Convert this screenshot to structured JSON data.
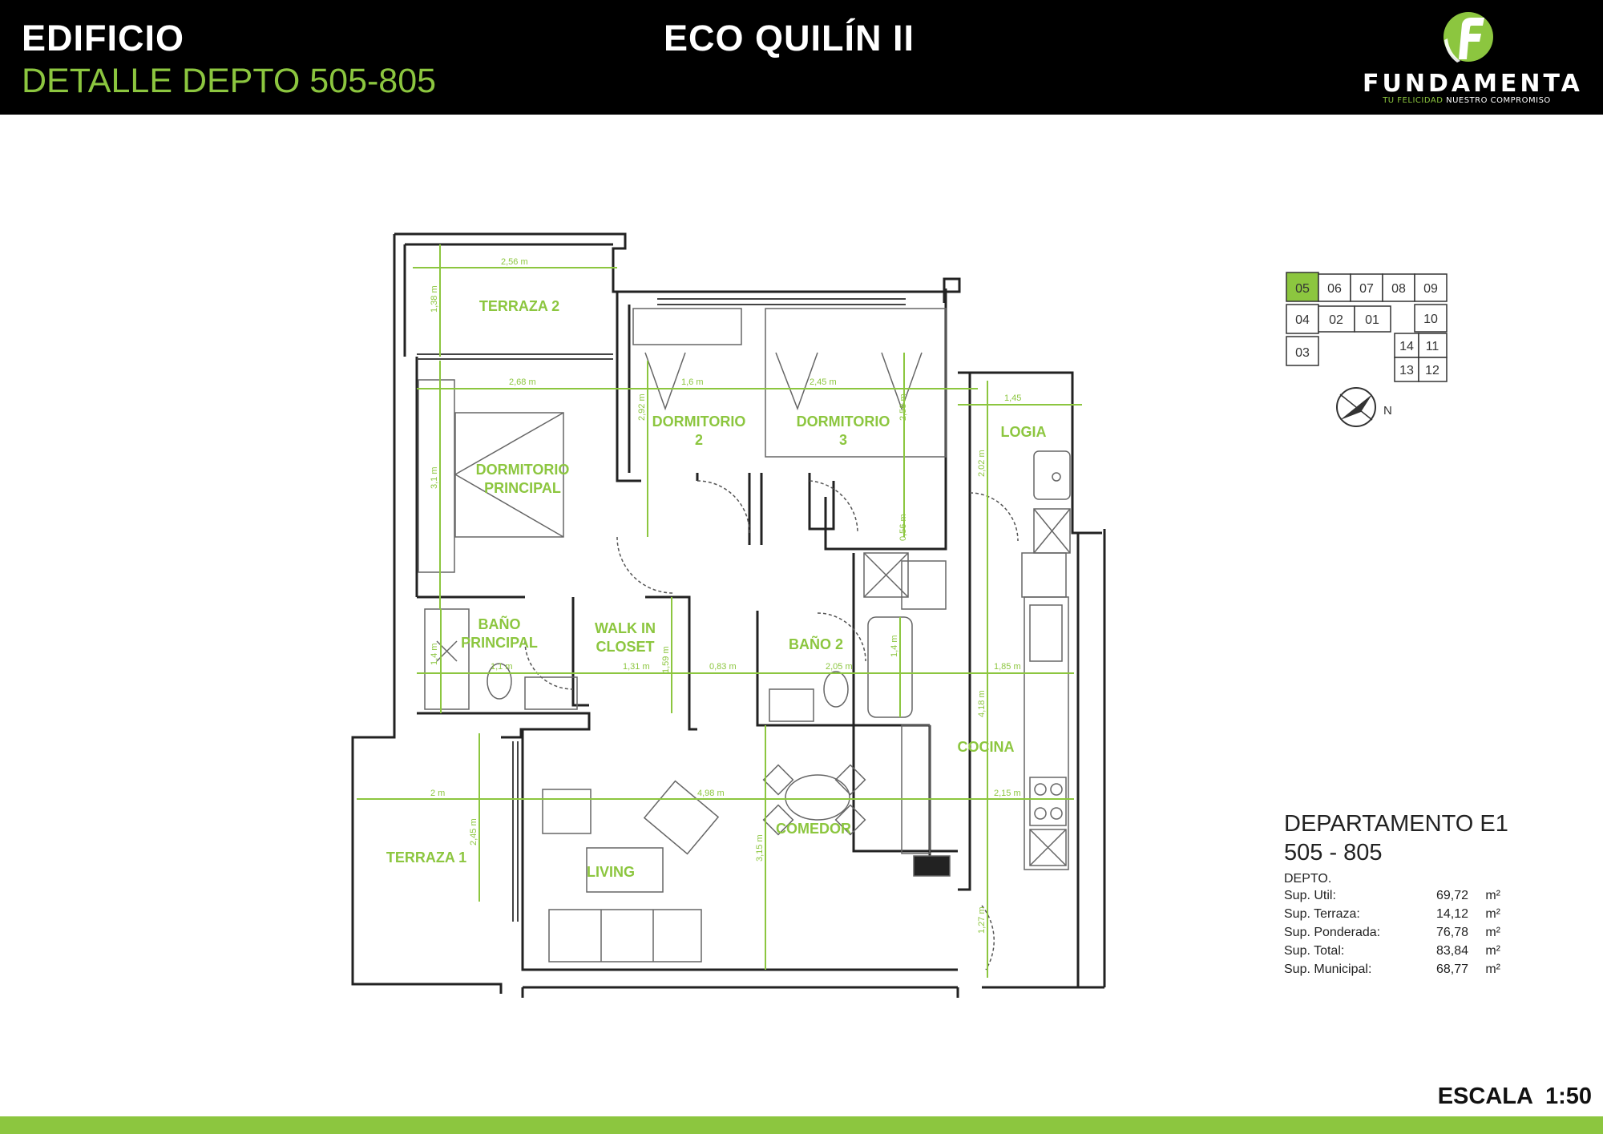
{
  "header": {
    "title": "EDIFICIO",
    "subtitle": "DETALLE DEPTO 505-805",
    "project": "ECO QUILÍN II",
    "logo_letter": "F",
    "logo_word": "FUNDAMENTA",
    "tagline_green": "TU FELICIDAD",
    "tagline_white": "NUESTRO COMPROMISO"
  },
  "colors": {
    "accent": "#8cc63f",
    "header_bg": "#000000",
    "wall": "#222222",
    "dimension": "#8cc63f"
  },
  "rooms": {
    "terraza2": "TERRAZA 2",
    "dorm_principal_1": "DORMITORIO",
    "dorm_principal_2": "PRINCIPAL",
    "dorm2_1": "DORMITORIO",
    "dorm2_2": "2",
    "dorm3_1": "DORMITORIO",
    "dorm3_2": "3",
    "logia": "LOGIA",
    "bano_principal_1": "BAÑO",
    "bano_principal_2": "PRINCIPAL",
    "walkin_1": "WALK IN",
    "walkin_2": "CLOSET",
    "bano2": "BAÑO 2",
    "cocina": "COCINA",
    "comedor": "COMEDOR",
    "living": "LIVING",
    "terraza1": "TERRAZA 1"
  },
  "dimensions": {
    "d256": "2,56 m",
    "d138": "1,38 m",
    "d268": "2,68 m",
    "d31": "3,1 m",
    "d16": "1,6 m",
    "d245h": "2,45 m",
    "d258": "2,58 m",
    "d056": "0,56 m",
    "d292": "2,92 m",
    "d145": "1,45",
    "d202": "2,02 m",
    "d14a": "1,4 m",
    "d11": "1,1 m",
    "d131": "1,31 m",
    "d159": "1,59 m",
    "d083": "0,83 m",
    "d205": "2,05 m",
    "d14b": "1,4 m",
    "d185": "1,85 m",
    "d418": "4,18 m",
    "d2": "2 m",
    "d498": "4,98 m",
    "d215": "2,15 m",
    "d245v": "2,45 m",
    "d315": "3,15 m",
    "d127": "1,27 m"
  },
  "keymap": {
    "units": [
      "05",
      "06",
      "07",
      "08",
      "09",
      "04",
      "02",
      "01",
      "10",
      "14",
      "11",
      "03",
      "13",
      "12"
    ],
    "north": "N",
    "highlighted": "05"
  },
  "department": {
    "title": "DEPARTAMENTO E1",
    "units": "505 - 805",
    "label": "DEPTO.",
    "rows": [
      {
        "k": "Sup. Util:",
        "v": "69,72",
        "u": "m²"
      },
      {
        "k": "Sup. Terraza:",
        "v": "14,12",
        "u": "m²"
      },
      {
        "k": "Sup. Ponderada:",
        "v": "76,78",
        "u": "m²"
      },
      {
        "k": "Sup. Total:",
        "v": "83,84",
        "u": "m²"
      },
      {
        "k": "Sup. Municipal:",
        "v": "68,77",
        "u": "m²"
      }
    ]
  },
  "scale": "ESCALA  1:50"
}
